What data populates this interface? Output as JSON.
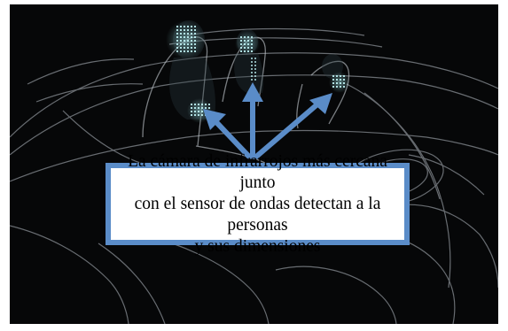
{
  "figure": {
    "caption_lines": [
      "La cámara de infrarrojos más cercana junto",
      "con el sensor de ondas detectan a la personas",
      "y sus dimensiones"
    ]
  },
  "colors": {
    "background": "#060708",
    "wireframe": "#b8c0c8",
    "sensor_dots": "#9ee8ea",
    "arrow": "#5a8cc8",
    "callout_border": "#5a8cc8",
    "callout_fill": "#ffffff",
    "text": "#000000"
  },
  "icons": {
    "arrow": "arrow-icon",
    "vehicle": "car-wireframe"
  }
}
